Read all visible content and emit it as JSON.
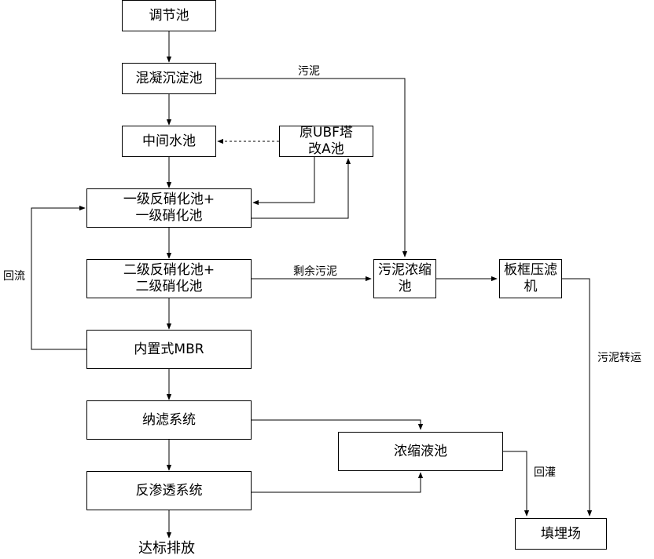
{
  "nodes": {
    "tiaojie": "调节池",
    "hunning": "混凝沉淀池",
    "zhongjian": "中间水池",
    "ubf": "原UBF塔\n改A池",
    "stage1": "一级反硝化池+\n一级硝化池",
    "stage2": "二级反硝化池+\n二级硝化池",
    "mbr": "内置式MBR",
    "nano": "纳滤系统",
    "ro": "反渗透系统",
    "discharge": "达标排放",
    "sludge_thickener": "污泥浓缩\n池",
    "filter_press": "板框压滤\n机",
    "concentrate": "浓缩液池",
    "landfill": "填埋场"
  },
  "edge_labels": {
    "sludge": "污泥",
    "excess_sludge": "剩余污泥",
    "reflux": "回流",
    "sludge_transport": "污泥转运",
    "recirculation": "回灌"
  },
  "colors": {
    "stroke": "#000000",
    "fill": "#ffffff",
    "text": "#000000"
  }
}
